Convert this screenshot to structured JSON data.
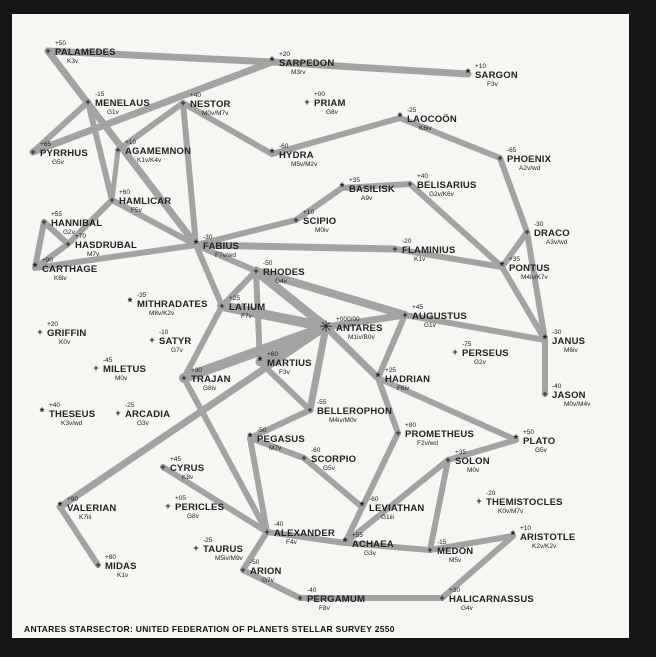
{
  "title": "ANTARES STARSECTOR: UNITED FEDERATION OF PLANETS STELLAR SURVEY 2550",
  "systems": [
    {
      "id": "palamedes",
      "name": "PALAMEDES",
      "cls": "K3v",
      "pos": "+50",
      "star": "+"
    },
    {
      "id": "sarpedon",
      "name": "SARPEDON",
      "cls": "M3rv",
      "pos": "+20",
      "star": "*"
    },
    {
      "id": "sargon",
      "name": "SARGON",
      "cls": "F3v",
      "pos": "+10",
      "star": "*"
    },
    {
      "id": "menelaus",
      "name": "MENELAUS",
      "cls": "G1v",
      "pos": "-15",
      "star": "+"
    },
    {
      "id": "nestor",
      "name": "NESTOR",
      "cls": "M0v/M7v",
      "pos": "+40",
      "star": "+"
    },
    {
      "id": "priam",
      "name": "PRIAM",
      "cls": "G8v",
      "pos": "+00",
      "star": "+"
    },
    {
      "id": "laocoon",
      "name": "LAOCOÖN",
      "cls": "K6iv",
      "pos": "-25",
      "star": "*"
    },
    {
      "id": "pyrrhus",
      "name": "PYRRHUS",
      "cls": "G5v",
      "pos": "+65",
      "star": "+"
    },
    {
      "id": "agamemnon",
      "name": "AGAMEMNON",
      "cls": "K1v/K4v",
      "pos": "+10",
      "star": "+"
    },
    {
      "id": "hydra",
      "name": "HYDRA",
      "cls": "M5v/M2v",
      "pos": "-60",
      "star": "*"
    },
    {
      "id": "phoenix",
      "name": "PHOENIX",
      "cls": "A2v/wd",
      "pos": "-65",
      "star": "+"
    },
    {
      "id": "hamlicar",
      "name": "HAMLICAR",
      "cls": "F5v",
      "pos": "+60",
      "star": "+"
    },
    {
      "id": "basilisk",
      "name": "BASILISK",
      "cls": "A9v",
      "pos": "+35",
      "star": "*"
    },
    {
      "id": "belisarius",
      "name": "BELISARIUS",
      "cls": "G2v/K6v",
      "pos": "+40",
      "star": "+"
    },
    {
      "id": "hannibal",
      "name": "HANNIBAL",
      "cls": "G2v",
      "pos": "+55",
      "star": "+"
    },
    {
      "id": "scipio",
      "name": "SCIPIO",
      "cls": "M0iv",
      "pos": "+10",
      "star": "+"
    },
    {
      "id": "draco",
      "name": "DRACO",
      "cls": "A3v/wd",
      "pos": "-30",
      "star": "+"
    },
    {
      "id": "hasdrubal",
      "name": "HASDRUBAL",
      "cls": "M7v",
      "pos": "+70",
      "star": "+"
    },
    {
      "id": "fabius",
      "name": "FABIUS",
      "cls": "F7v/wd",
      "pos": "-30",
      "star": "*"
    },
    {
      "id": "flaminius",
      "name": "FLAMINIUS",
      "cls": "K1v",
      "pos": "-20",
      "star": "+"
    },
    {
      "id": "carthage",
      "name": "CARTHAGE",
      "cls": "K6iv",
      "pos": "+90",
      "star": "*"
    },
    {
      "id": "rhodes",
      "name": "RHODES",
      "cls": "G4v",
      "pos": "-50",
      "star": "+"
    },
    {
      "id": "pontus",
      "name": "PONTUS",
      "cls": "M4iv/K7v",
      "pos": "+35",
      "star": "*"
    },
    {
      "id": "mithradates",
      "name": "MITHRADATES",
      "cls": "M8v/K2v",
      "pos": "-35",
      "star": "*"
    },
    {
      "id": "latium",
      "name": "LATIUM",
      "cls": "F7v",
      "pos": "+25",
      "star": "+"
    },
    {
      "id": "augustus",
      "name": "AUGUSTUS",
      "cls": "G1v",
      "pos": "+45",
      "star": "+"
    },
    {
      "id": "antares",
      "name": "ANTARES",
      "cls": "M1iv/B0v",
      "pos": "+000/00",
      "star": "✳"
    },
    {
      "id": "griffin",
      "name": "GRIFFIN",
      "cls": "K0v",
      "pos": "+20",
      "star": "+"
    },
    {
      "id": "satyr",
      "name": "SATYR",
      "cls": "G7v",
      "pos": "-10",
      "star": "+"
    },
    {
      "id": "janus",
      "name": "JANUS",
      "cls": "M6iv",
      "pos": "-30",
      "star": "*"
    },
    {
      "id": "perseus",
      "name": "PERSEUS",
      "cls": "G2v",
      "pos": "-75",
      "star": "+"
    },
    {
      "id": "miletus",
      "name": "MILETUS",
      "cls": "M0v",
      "pos": "-45",
      "star": "+"
    },
    {
      "id": "martius",
      "name": "MARTIUS",
      "cls": "F3v",
      "pos": "+60",
      "star": "*"
    },
    {
      "id": "trajan",
      "name": "TRAJAN",
      "cls": "G8iv",
      "pos": "+30",
      "star": "+"
    },
    {
      "id": "hadrian",
      "name": "HADRIAN",
      "cls": "F6iv",
      "pos": "+25",
      "star": "*"
    },
    {
      "id": "theseus",
      "name": "THESEUS",
      "cls": "K3v/wd",
      "pos": "+40",
      "star": "*"
    },
    {
      "id": "arcadia",
      "name": "ARCADIA",
      "cls": "G3v",
      "pos": "-25",
      "star": "+"
    },
    {
      "id": "bellerophon",
      "name": "BELLEROPHON",
      "cls": "M4iv/M0v",
      "pos": "-55",
      "star": "+"
    },
    {
      "id": "jason",
      "name": "JASON",
      "cls": "M0v/M4v",
      "pos": "-40",
      "star": "+"
    },
    {
      "id": "pegasus",
      "name": "PEGASUS",
      "cls": "M7v",
      "pos": "-50",
      "star": "*"
    },
    {
      "id": "prometheus",
      "name": "PROMETHEUS",
      "cls": "F2v/wd",
      "pos": "+80",
      "star": "+"
    },
    {
      "id": "plato",
      "name": "PLATO",
      "cls": "G5v",
      "pos": "+50",
      "star": "*"
    },
    {
      "id": "scorpio",
      "name": "SCORPIO",
      "cls": "G5v",
      "pos": "-60",
      "star": "+"
    },
    {
      "id": "cyrus",
      "name": "CYRUS",
      "cls": "K8v",
      "pos": "+45",
      "star": "+"
    },
    {
      "id": "solon",
      "name": "SOLON",
      "cls": "M0v",
      "pos": "+35",
      "star": "+"
    },
    {
      "id": "pericles",
      "name": "PERICLES",
      "cls": "G8v",
      "pos": "+05",
      "star": "+"
    },
    {
      "id": "themistocles",
      "name": "THEMISTOCLES",
      "cls": "K0v/M7v",
      "pos": "-20",
      "star": "+"
    },
    {
      "id": "valerian",
      "name": "VALERIAN",
      "cls": "K7iii",
      "pos": "+90",
      "star": "*"
    },
    {
      "id": "leviathan",
      "name": "LEVIATHAN",
      "cls": "G1iii",
      "pos": "-60",
      "star": "*"
    },
    {
      "id": "aristotle",
      "name": "ARISTOTLE",
      "cls": "K2v/K2v",
      "pos": "+10",
      "star": "*"
    },
    {
      "id": "alexander",
      "name": "ALEXANDER",
      "cls": "F4v",
      "pos": "-40",
      "star": "+"
    },
    {
      "id": "taurus",
      "name": "TAURUS",
      "cls": "M5iv/M9v",
      "pos": "-25",
      "star": "+"
    },
    {
      "id": "achaea",
      "name": "ACHAEA",
      "cls": "G3v",
      "pos": "+55",
      "star": "*"
    },
    {
      "id": "medon",
      "name": "MEDON",
      "cls": "M5v",
      "pos": "-15",
      "star": "+"
    },
    {
      "id": "midas",
      "name": "MIDAS",
      "cls": "K1v",
      "pos": "+80",
      "star": "+"
    },
    {
      "id": "arion",
      "name": "ARION",
      "cls": "G7v",
      "pos": "-50",
      "star": "+"
    },
    {
      "id": "pergamum",
      "name": "PERGAMUM",
      "cls": "F8v",
      "pos": "-40",
      "star": "+"
    },
    {
      "id": "halicarnassus",
      "name": "HALICARNASSUS",
      "cls": "G4v",
      "pos": "+30",
      "star": "+"
    }
  ]
}
